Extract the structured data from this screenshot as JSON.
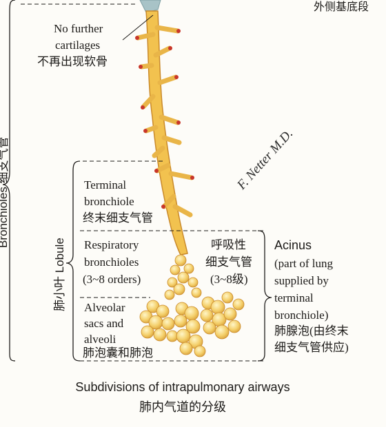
{
  "top_right_label": "外侧基底段",
  "bronchioles_label": "Bronchioles 细支气管",
  "lobule_label": "肺小叶 Lobule",
  "no_cartilage": {
    "en1": "No further",
    "en2": "cartilages",
    "zh": "不再出现软骨"
  },
  "terminal": {
    "en1": "Terminal",
    "en2": "bronchiole",
    "zh": "终末细支气管"
  },
  "respiratory": {
    "en1": "Respiratory",
    "en2": "bronchioles",
    "en3": "(3~8 orders)",
    "zh1": "呼吸性",
    "zh2": "细支气管",
    "zh3": "(3~8级)"
  },
  "alveolar": {
    "en1": "Alveolar",
    "en2": "sacs and",
    "en3": "alveoli",
    "zh": "肺泡囊和肺泡"
  },
  "acinus": {
    "title": "Acinus",
    "line1": "(part of lung",
    "line2": "supplied by",
    "line3": "terminal",
    "line4": "bronchiole)",
    "zh1": "肺腺泡(由终末",
    "zh2": "细支气管供应)"
  },
  "signature": "F. Netter M.D.",
  "caption": {
    "en": "Subdivisions of intrapulmonary airways",
    "zh": "肺内气道的分级"
  },
  "colors": {
    "airway": "#f2c24f",
    "airway_edge": "#c9892a",
    "cartilage": "#c8362a",
    "line": "#1c1a18"
  }
}
